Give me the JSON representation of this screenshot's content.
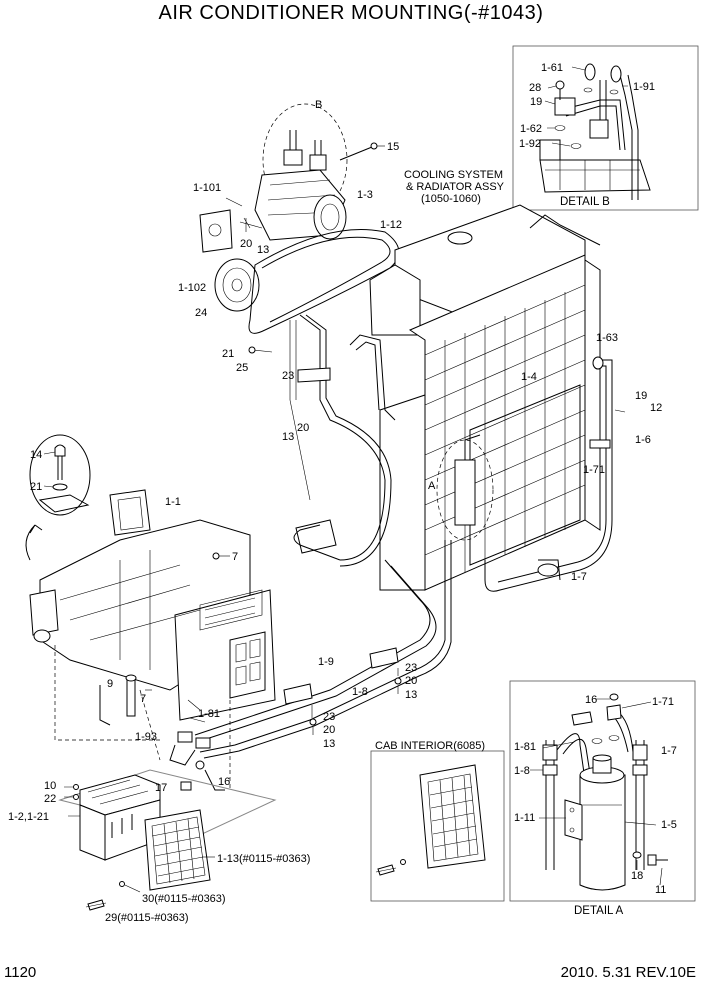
{
  "title": "AIR CONDITIONER MOUNTING(-#1043)",
  "page_number": "1120",
  "revision": "2010. 5.31  REV.10E",
  "captions": {
    "cooling_system": [
      "COOLING SYSTEM",
      "& RADIATOR ASSY",
      "(1050-1060)"
    ],
    "detail_b": "DETAIL B",
    "detail_a": "DETAIL A",
    "cab_interior": "CAB INTERIOR(6085)",
    "view_b": "B",
    "view_a": "A"
  },
  "labels": {
    "p1_61": "1-61",
    "p28": "28",
    "p19_detail_b": "19",
    "p1_62": "1-62",
    "p1_92": "1-92",
    "p1_91": "1-91",
    "p15": "15",
    "p1_101": "1-101",
    "p1_3": "1-3",
    "p20_top": "20",
    "p13_top": "13",
    "p1_12": "1-12",
    "p1_102": "1-102",
    "p24": "24",
    "p21_top": "21",
    "p25": "25",
    "p23_mid": "23",
    "p13_mid": "13",
    "p20_mid": "20",
    "p1_63": "1-63",
    "p1_4": "1-4",
    "p19_right": "19",
    "p12": "12",
    "p1_6": "1-6",
    "p1_71_main": "1-71",
    "p1_7_main": "1-7",
    "p14": "14",
    "p21_left": "21",
    "p1_1": "1-1",
    "p7_top": "7",
    "p9": "9",
    "p7_low": "7",
    "p1_81_main": "1-81",
    "p1_9": "1-9",
    "p23_r": "23",
    "p20_r": "20",
    "p13_r": "13",
    "p1_8_main": "1-8",
    "p23_b": "23",
    "p20_b": "20",
    "p13_b": "13",
    "p1_93": "1-93",
    "p10": "10",
    "p22": "22",
    "p17": "17",
    "p16_main": "16",
    "p1_2_1_21": "1-2,1-21",
    "p1_13": "1-13(#0115-#0363)",
    "p30": "30(#0115-#0363)",
    "p29": "29(#0115-#0363)",
    "p16_da": "16",
    "p1_71_da": "1-71",
    "p1_81_da": "1-81",
    "p1_7_da": "1-7",
    "p1_8_da": "1-8",
    "p1_11": "1-11",
    "p1_5": "1-5",
    "p18": "18",
    "p11": "11"
  }
}
